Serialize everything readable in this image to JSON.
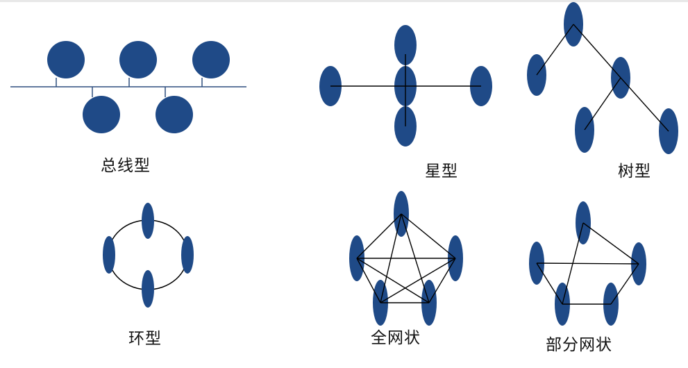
{
  "colors": {
    "node_fill": "#1f4a87",
    "bus_line": "#2e4d7e",
    "edge": "#000000"
  },
  "labels": {
    "bus": "总线型",
    "star": "星型",
    "tree": "树型",
    "ring": "环型",
    "full_mesh": "全网状",
    "partial_mesh": "部分网状"
  }
}
